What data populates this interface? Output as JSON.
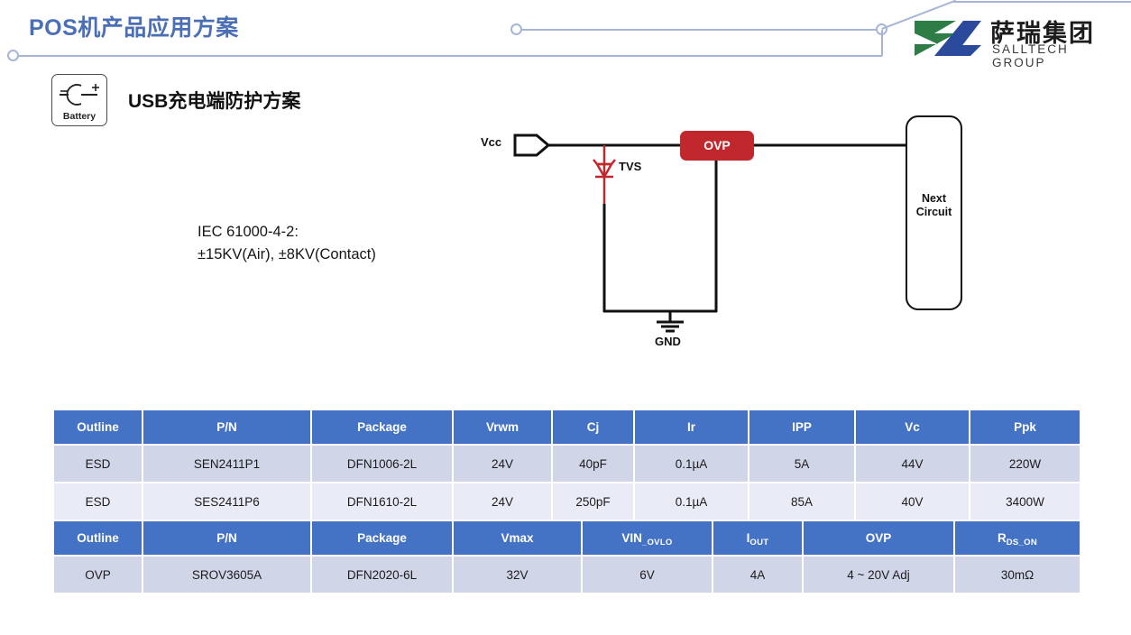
{
  "header": {
    "title": "POS机产品应用方案",
    "title_color": "#4A6FB5",
    "deco_color": "#A8B6D6"
  },
  "logo": {
    "name_cn": "萨瑞集团",
    "name_en": "SALLTECH GROUP",
    "mark_green": "#2E7D46",
    "mark_blue": "#2B4A9B"
  },
  "battery_badge": {
    "label": "Battery",
    "icon": "battery-symbol-icon"
  },
  "section": {
    "heading_latin": "USB",
    "heading_cn": "充电端防护方案"
  },
  "note": {
    "line1": "IEC 61000-4-2:",
    "line2": "±15KV(Air), ±8KV(Contact)"
  },
  "circuit": {
    "vcc_label": "Vcc",
    "tvs_label": "TVS",
    "gnd_label": "GND",
    "ovp_label": "OVP",
    "ovp_color": "#C0282D",
    "tvs_color": "#C0282D",
    "next_circuit_label": "Next\nCircuit"
  },
  "tables": [
    {
      "id": "esd",
      "headers": [
        "Outline",
        "P/N",
        "Package",
        "Vrwm",
        "Cj",
        "Ir",
        "IPP",
        "Vc",
        "Ppk"
      ],
      "rows": [
        [
          "ESD",
          "SEN2411P1",
          "DFN1006-2L",
          "24V",
          "40pF",
          "0.1µA",
          "5A",
          "44V",
          "220W"
        ],
        [
          "ESD",
          "SES2411P6",
          "DFN1610-2L",
          "24V",
          "250pF",
          "0.1µA",
          "85A",
          "40V",
          "3400W"
        ]
      ]
    },
    {
      "id": "ovp",
      "headers_rich": [
        {
          "main": "Outline",
          "sub": ""
        },
        {
          "main": "P/N",
          "sub": ""
        },
        {
          "main": "Package",
          "sub": ""
        },
        {
          "main": "Vmax",
          "sub": ""
        },
        {
          "main": "VIN",
          "sub": "_OVLO"
        },
        {
          "main": "I",
          "sub": "OUT"
        },
        {
          "main": "OVP",
          "sub": ""
        },
        {
          "main": "R",
          "sub": "DS_ON"
        }
      ],
      "rows": [
        [
          "OVP",
          "SROV3605A",
          "DFN2020-6L",
          "32V",
          "6V",
          "4A",
          "4 ~ 20V Adj",
          "30mΩ"
        ]
      ]
    }
  ],
  "header_fill": "#4472C4",
  "row_fill_a": "#D0D5E8",
  "row_fill_b": "#E9ECF6"
}
